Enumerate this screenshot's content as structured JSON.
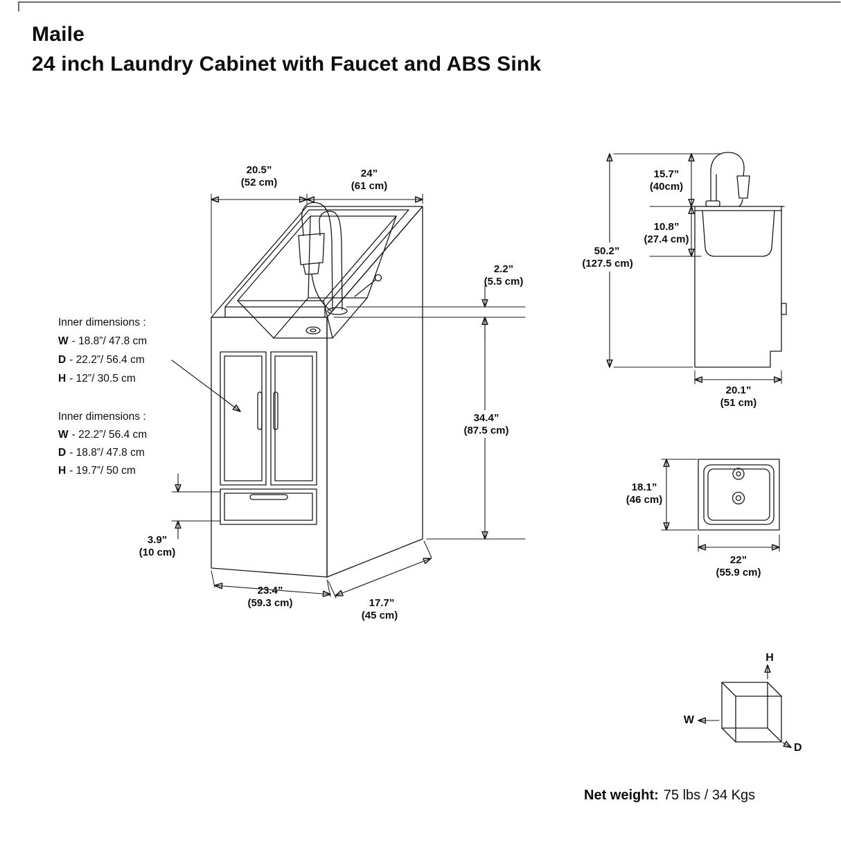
{
  "title": {
    "product": "Maile",
    "description": "24 inch Laundry Cabinet with Faucet and ABS Sink"
  },
  "front_view": {
    "top_depth_in": "20.5”",
    "top_depth_cm": "(52 cm)",
    "top_width_in": "24”",
    "top_width_cm": "(61 cm)",
    "backsplash_in": "2.2”",
    "backsplash_cm": "(5.5 cm)",
    "height_in": "34.4”",
    "height_cm": "(87.5 cm)",
    "drawer_in": "3.9”",
    "drawer_cm": "(10 cm)",
    "bottom_width_in": "23.4”",
    "bottom_width_cm": "(59.3 cm)",
    "bottom_depth_in": "17.7”",
    "bottom_depth_cm": "(45 cm)"
  },
  "sink_inner": {
    "heading": "Inner dimensions :",
    "w_label": "W",
    "w_value": "- 18.8”/ 47.8 cm",
    "d_label": "D",
    "d_value": "- 22.2”/ 56.4 cm",
    "h_label": "H",
    "h_value": "- 12”/ 30.5 cm"
  },
  "cabinet_inner": {
    "heading": "Inner dimensions :",
    "w_label": "W",
    "w_value": "- 22.2”/ 56.4 cm",
    "d_label": "D",
    "d_value": "- 18.8”/ 47.8 cm",
    "h_label": "H",
    "h_value": "- 19.7”/ 50 cm"
  },
  "side_view": {
    "faucet_height_in": "15.7”",
    "faucet_height_cm": "(40cm)",
    "basin_depth_in": "10.8”",
    "basin_depth_cm": "(27.4 cm)",
    "overall_height_in": "50.2”",
    "overall_height_cm": "(127.5 cm)",
    "depth_in": "20.1”",
    "depth_cm": "(51 cm)"
  },
  "top_view": {
    "front_back_in": "18.1”",
    "front_back_cm": "(46 cm)",
    "width_in": "22”",
    "width_cm": "(55.9 cm)"
  },
  "axes": {
    "h": "H",
    "w": "W",
    "d": "D"
  },
  "footer": {
    "net_weight_label": "Net weight:",
    "net_weight_value": "75 lbs / 34 Kgs"
  }
}
